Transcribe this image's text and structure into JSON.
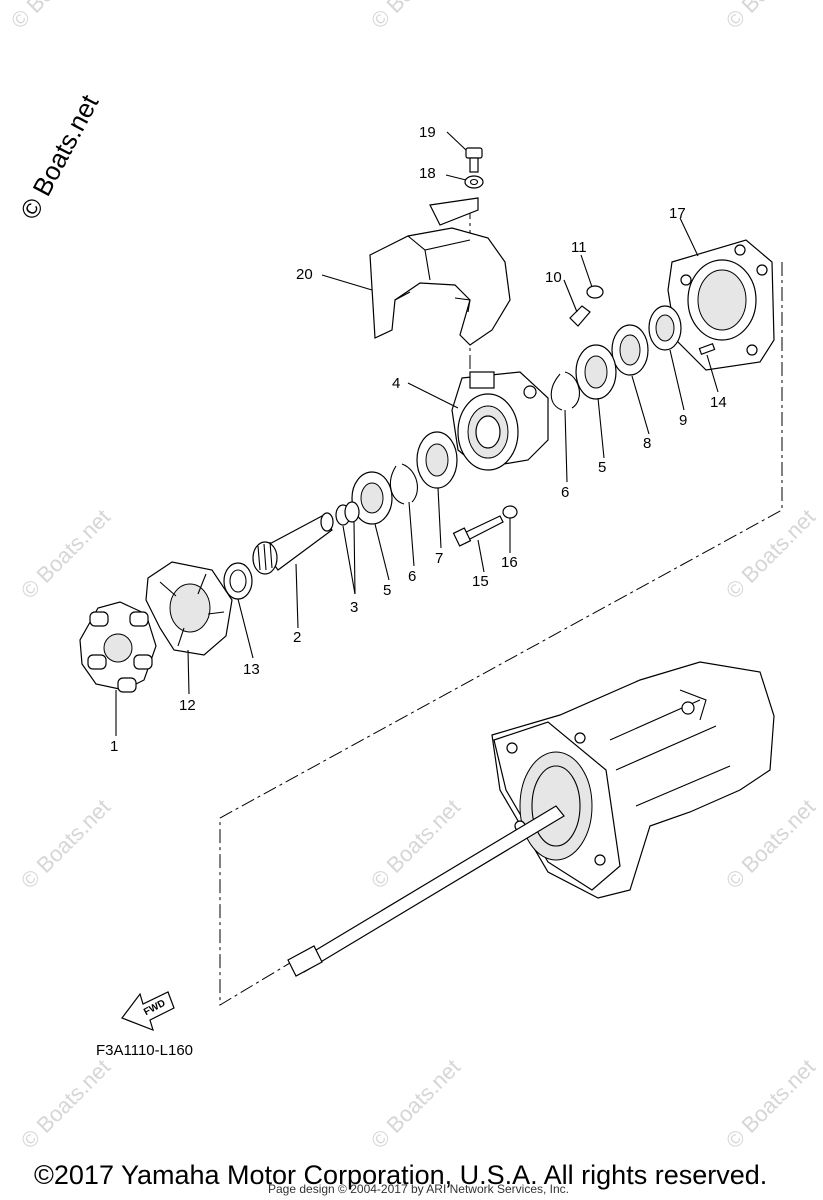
{
  "watermark": {
    "side_text": "© Boats.net",
    "tile_text": "© Boats.net"
  },
  "callouts": [
    "1",
    "2",
    "3",
    "4",
    "5",
    "5",
    "6",
    "6",
    "7",
    "8",
    "9",
    "10",
    "11",
    "12",
    "13",
    "14",
    "15",
    "16",
    "17",
    "18",
    "19",
    "20"
  ],
  "fwd_label": "FWD",
  "diagram_code": "F3A1110-L160",
  "copyright": "©2017 Yamaha Motor Corporation, U.S.A. All rights reserved.",
  "page_design": "Page design © 2004-2017 by ARI Network Services, Inc."
}
